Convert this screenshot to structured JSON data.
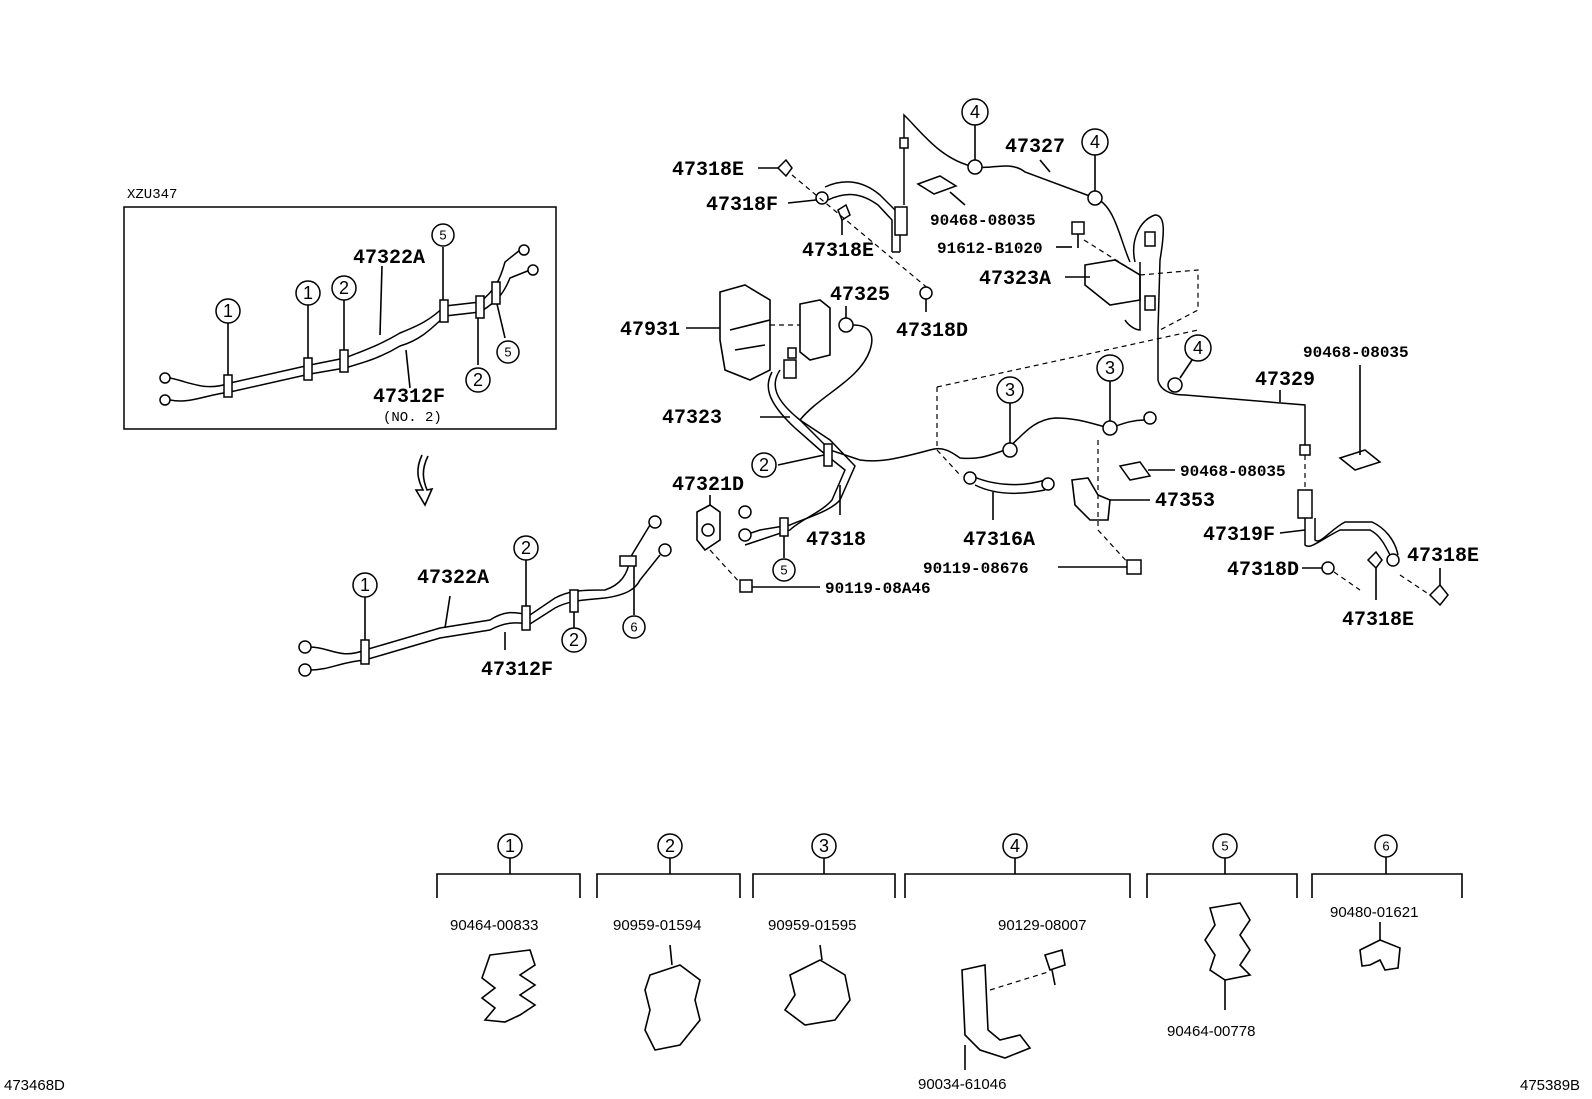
{
  "inset": {
    "title": "XZU347",
    "no_label": "(NO. 2)",
    "parts": [
      "47322A",
      "47312F"
    ],
    "callouts": [
      "1",
      "1",
      "2",
      "2",
      "5",
      "5"
    ]
  },
  "parts": {
    "p47318E_a": "47318E",
    "p47318F": "47318F",
    "p47318E_b": "47318E",
    "p47327": "47327",
    "p90468_a": "90468-08035",
    "p91612": "91612-B1020",
    "p47323A": "47323A",
    "p47931": "47931",
    "p47325": "47325",
    "p47318D_a": "47318D",
    "p47323": "47323",
    "p47321D": "47321D",
    "p47318": "47318",
    "p90119_a": "90119-08A46",
    "p47316A": "47316A",
    "p90119_b": "90119-08676",
    "p47353": "47353",
    "p90468_b": "90468-08035",
    "p47329": "47329",
    "p90468_c": "90468-08035",
    "p47319F": "47319F",
    "p47318D_b": "47318D",
    "p47318E_c": "47318E",
    "p47318E_d": "47318E",
    "p47322A": "47322A",
    "p47312F": "47312F"
  },
  "main_callouts": [
    "4",
    "4",
    "4",
    "3",
    "3",
    "2",
    "5",
    "2",
    "1",
    "2",
    "6"
  ],
  "legend": [
    {
      "num": "1",
      "parts": [
        "90464-00833"
      ]
    },
    {
      "num": "2",
      "parts": [
        "90959-01594"
      ]
    },
    {
      "num": "3",
      "parts": [
        "90959-01595"
      ]
    },
    {
      "num": "4",
      "parts": [
        "90129-08007",
        "90034-61046"
      ]
    },
    {
      "num": "5",
      "parts": [
        "90464-00778"
      ]
    },
    {
      "num": "6",
      "parts": [
        "90480-01621"
      ]
    }
  ],
  "footer": {
    "left_code": "473468D",
    "right_code": "475389B"
  }
}
